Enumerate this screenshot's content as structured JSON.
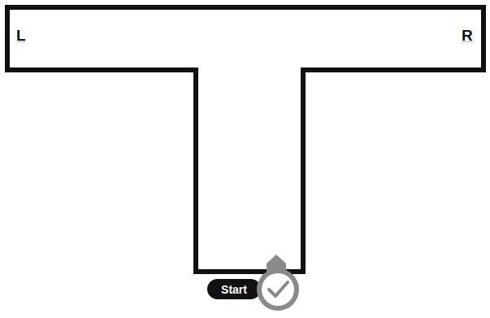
{
  "diagram": {
    "nodes": [
      {
        "text": [
          "L",
          "R"
        ]
      },
      {
        "text": [
          "Start"
        ]
      }
    ]
  }
}
